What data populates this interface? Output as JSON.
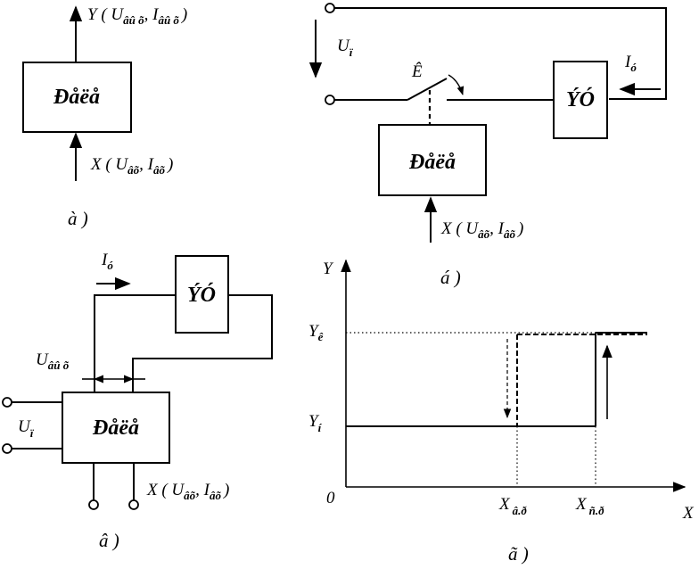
{
  "block_label": "Ðåëå",
  "load_label": "ÝÓ",
  "diagram_a": {
    "out_label": "Y ( U",
    "out_sub1": "âû õ",
    "out_sep": ", I",
    "out_sub2": "âû õ",
    "out_close": ")",
    "in_label": "X ( U",
    "in_sub1": "âõ",
    "in_sep": ", I",
    "in_sub2": "âõ",
    "in_close": ")",
    "caption": "à )"
  },
  "diagram_b": {
    "ui": "U",
    "ui_sub": "ï",
    "contact": "Ê",
    "current": "I",
    "current_sub": "ó",
    "in_label": "X ( U",
    "in_sub1": "âõ",
    "in_sep": ", I",
    "in_sub2": "âõ",
    "in_close": ")",
    "caption": "á )"
  },
  "diagram_c": {
    "current": "I",
    "current_sub": "ó",
    "uout": "U",
    "uout_sub": "âû õ",
    "ui": "U",
    "ui_sub": "ï",
    "in_label": "X ( U",
    "in_sub1": "âõ",
    "in_sep": ", I",
    "in_sub2": "âõ",
    "in_close": ")",
    "caption": "â )"
  },
  "diagram_d": {
    "yaxis": "Y",
    "xaxis": "X",
    "origin": "0",
    "yk": "Y",
    "yk_sub": "ê",
    "yn": "Y",
    "yn_sub": "í",
    "x1": "X",
    "x1_sub": "â.ð",
    "x2": "X",
    "x2_sub": "ñ.ð",
    "caption": "ã )"
  }
}
